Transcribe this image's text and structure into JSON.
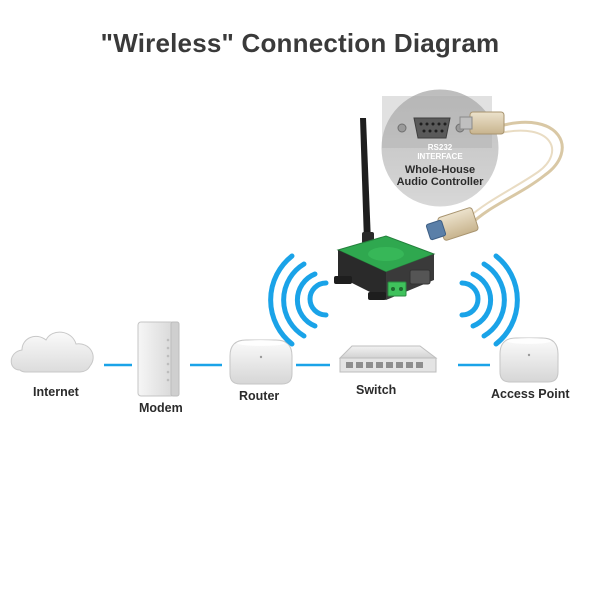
{
  "title": "\"Wireless\" Connection Diagram",
  "callout": {
    "line1": "RS232",
    "line2": "INTERFACE",
    "line3": "Whole-House",
    "line4": "Audio Controller"
  },
  "devices": {
    "internet": "Internet",
    "modem": "Modem",
    "router": "Router",
    "switch": "Switch",
    "access_point": "Access Point"
  },
  "colors": {
    "wifi": "#1aa3e8",
    "link": "#1aa3e8",
    "device_green": "#2fa84f",
    "device_body": "#2a2a2a",
    "cable": "#d9c8a5"
  }
}
